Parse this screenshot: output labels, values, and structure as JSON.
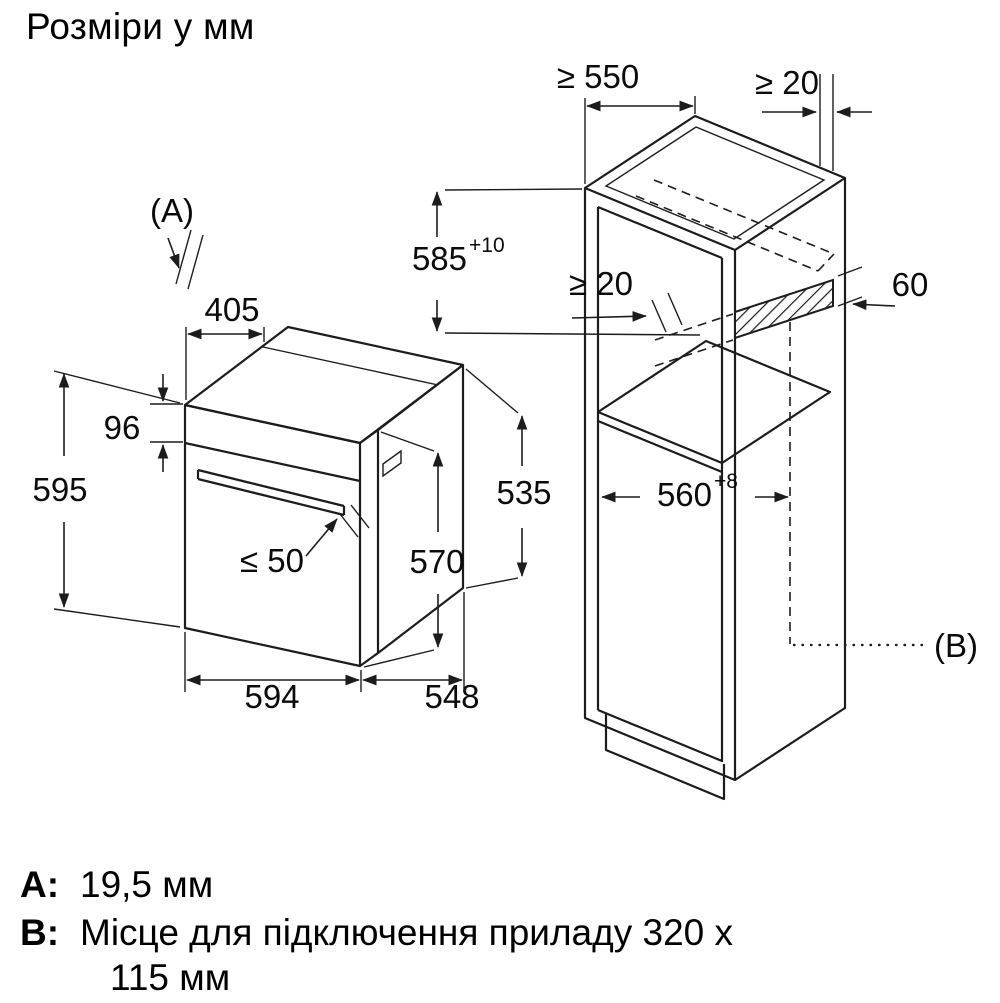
{
  "title": "Розміри у мм",
  "oven": {
    "label_a": "(A)",
    "d405": "405",
    "d96": "96",
    "d595": "595",
    "d50": "≤ 50",
    "d570": "570",
    "d535": "535",
    "d594": "594",
    "d548": "548"
  },
  "cabinet": {
    "d550": "≥ 550",
    "d20_wall": "≥ 20",
    "d585": "585",
    "d585_tol": "+10",
    "d20_rear": "≥ 20",
    "d60": "60",
    "d560": "560",
    "d560_tol": "+8",
    "label_b": "(B)"
  },
  "legend": {
    "a_key": "A:",
    "a_value": "19,5 мм",
    "b_key": "B:",
    "b_value_line1": "Місце для підключення приладу 320 x",
    "b_value_line2": "115 мм"
  }
}
